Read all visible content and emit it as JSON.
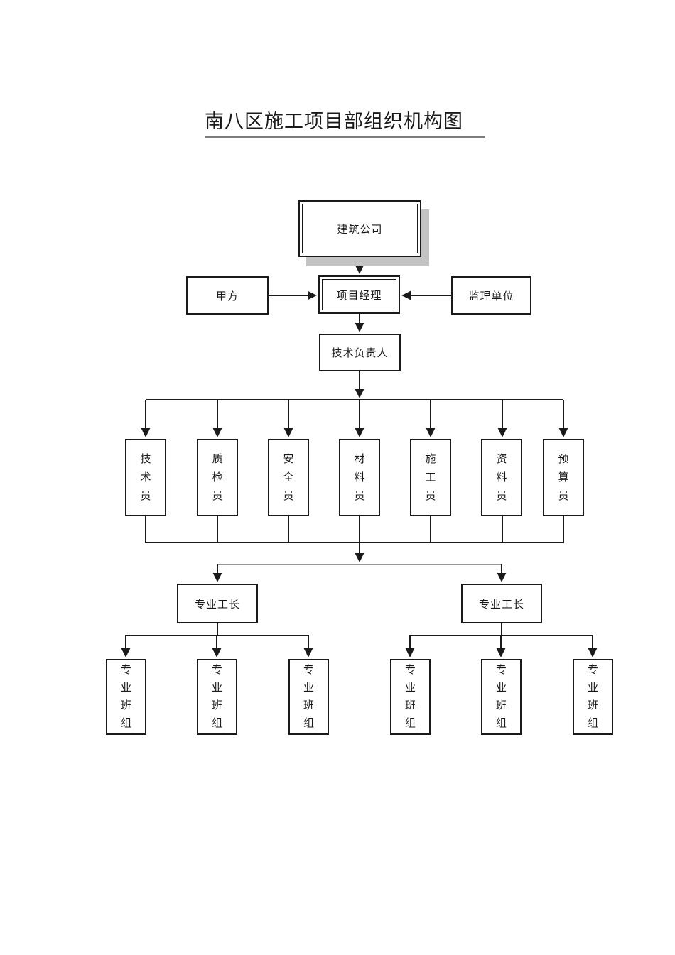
{
  "title": "南八区施工项目部组织机构图",
  "org_chart": {
    "company": {
      "label": "建筑公司"
    },
    "owner": {
      "label": "甲方"
    },
    "project_manager": {
      "label": "项目经理"
    },
    "supervision_unit": {
      "label": "监理单位"
    },
    "technical_director": {
      "label": "技术负责人"
    },
    "staff": [
      {
        "label": "技术员"
      },
      {
        "label": "质检员"
      },
      {
        "label": "安全员"
      },
      {
        "label": "材料员"
      },
      {
        "label": "施工员"
      },
      {
        "label": "资料员"
      },
      {
        "label": "预算员"
      }
    ],
    "foremen": [
      {
        "label": "专业工长"
      },
      {
        "label": "专业工长"
      }
    ],
    "crews": [
      {
        "label": "专业班组"
      },
      {
        "label": "专业班组"
      },
      {
        "label": "专业班组"
      },
      {
        "label": "专业班组"
      },
      {
        "label": "专业班组"
      },
      {
        "label": "专业班组"
      }
    ],
    "colors": {
      "line": "#1a1a1a",
      "box_border": "#1a1a1a",
      "shadow": "#c3c3c3",
      "underline": "#7d7d7d"
    }
  }
}
